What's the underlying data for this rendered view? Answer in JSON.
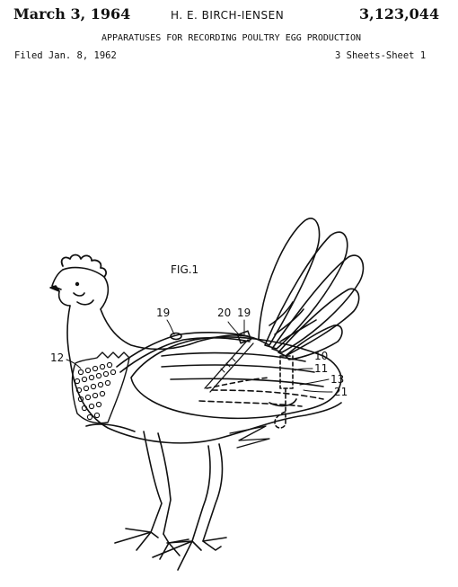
{
  "header": {
    "date": "March 3, 1964",
    "inventor": "H. E. BIRCH-IENSEN",
    "patent_number": "3,123,044",
    "title": "APPARATUSES FOR RECORDING POULTRY EGG PRODUCTION",
    "filed": "Filed Jan. 8, 1962",
    "sheet": "3 Sheets-Sheet 1"
  },
  "figure": {
    "label": "FIG.1",
    "refs": {
      "r19a": "19",
      "r20": "20",
      "r19b": "19",
      "r12": "12",
      "r10": "10",
      "r11": "11",
      "r13": "13",
      "r21": "21"
    }
  }
}
